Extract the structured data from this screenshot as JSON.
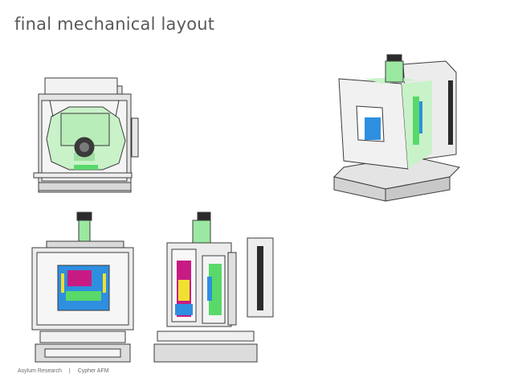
{
  "slide": {
    "title": "final mechanical layout"
  },
  "footer": {
    "company": "Asylum Research",
    "separator": "|",
    "product": "Cypher AFM"
  },
  "colors": {
    "housing": "#dedede",
    "housing_light": "#f1f1f1",
    "stage_green": "#c9f2c9",
    "accent_green": "#58d96a",
    "inner_blue": "#2e8fe0",
    "inner_magenta": "#c71b83",
    "inner_yellow": "#f0e130",
    "knob": "#2b2b2b"
  }
}
